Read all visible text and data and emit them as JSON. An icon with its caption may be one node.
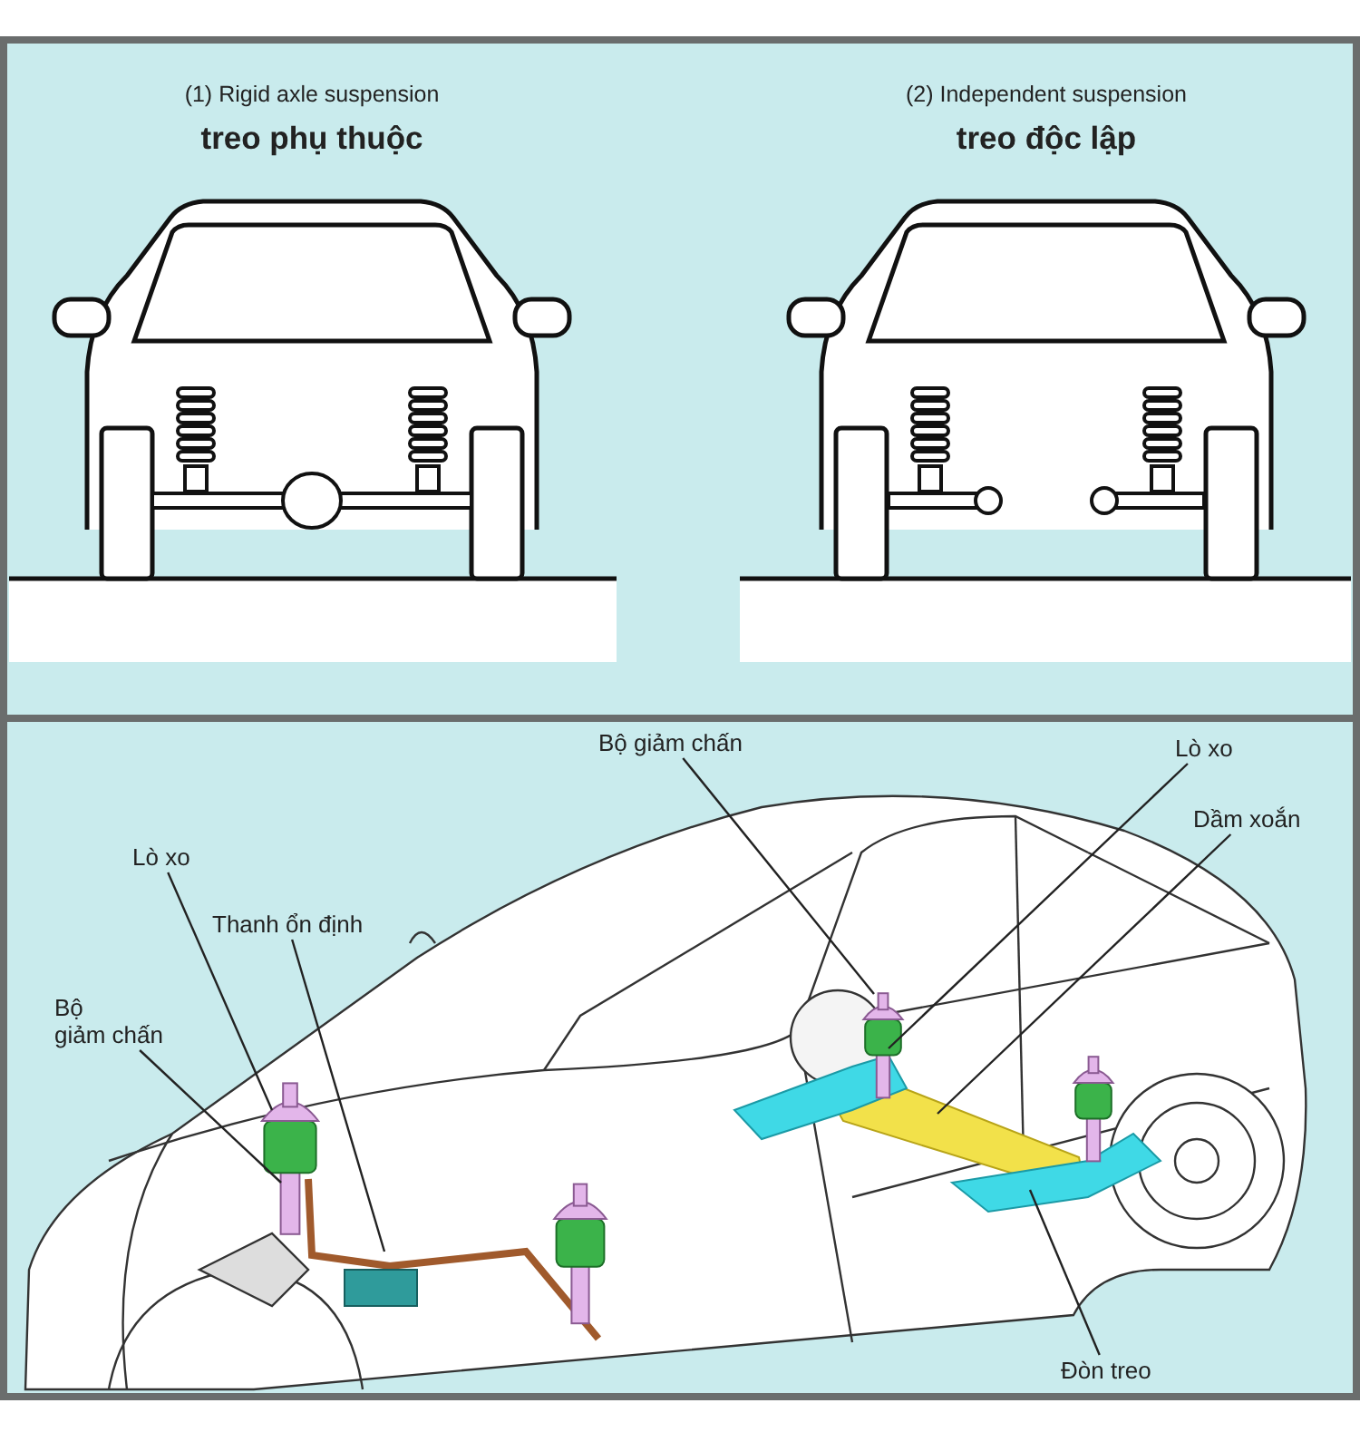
{
  "diagram": {
    "nodes": [
      {
        "text": [
          "Bộ giảm chấn"
        ]
      },
      {
        "text": [
          "Lò xo"
        ]
      },
      {
        "text": [
          "Dầm xoắn"
        ]
      },
      {
        "text": [
          "Lò xo"
        ]
      },
      {
        "text": [
          "Thanh ổn định"
        ]
      },
      {
        "text": [
          "Bộ giảm chấn"
        ]
      },
      {
        "text": [
          "Đòn treo"
        ]
      }
    ],
    "edges": [
      {
        "from": 0,
        "to": null,
        "arrow": "none"
      },
      {
        "from": 1,
        "to": null,
        "arrow": "none"
      },
      {
        "from": 2,
        "to": null,
        "arrow": "none"
      },
      {
        "from": 3,
        "to": null,
        "arrow": "none"
      },
      {
        "from": 4,
        "to": null,
        "arrow": "none"
      },
      {
        "from": 5,
        "to": null,
        "arrow": "none"
      },
      {
        "from": 6,
        "to": null,
        "arrow": "none"
      }
    ],
    "labels": [
      "(1) Rigid axle suspension",
      "treo phụ thuộc",
      "(2) Independent suspension",
      "treo độc lập"
    ]
  }
}
